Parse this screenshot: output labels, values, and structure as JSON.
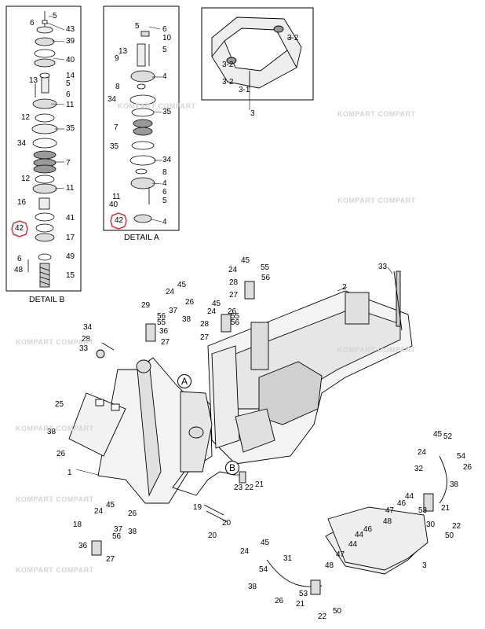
{
  "watermark": "KOMPART COMPART",
  "captions": {
    "detail_b": "DETAIL B",
    "detail_a": "DETAIL A"
  },
  "callouts": {
    "a": "A",
    "b": "B"
  },
  "highlight_color": "#d9343a",
  "labels": [
    "5",
    "6",
    "43",
    "39",
    "40",
    "14",
    "13",
    "5",
    "6",
    "11",
    "12",
    "35",
    "34",
    "7",
    "12",
    "11",
    "16",
    "41",
    "42",
    "17",
    "6",
    "49",
    "48",
    "15",
    "5",
    "6",
    "10",
    "13",
    "9",
    "5",
    "4",
    "8",
    "34",
    "35",
    "7",
    "35",
    "34",
    "8",
    "4",
    "6",
    "11",
    "40",
    "5",
    "42",
    "4",
    "3-2",
    "3-2",
    "3-2",
    "3-1",
    "3",
    "33",
    "2",
    "45",
    "55",
    "24",
    "56",
    "28",
    "27",
    "45",
    "24",
    "26",
    "37",
    "38",
    "29",
    "56",
    "55",
    "36",
    "27",
    "45",
    "24",
    "26",
    "55",
    "56",
    "28",
    "27",
    "34",
    "28",
    "33",
    "25",
    "38",
    "26",
    "1",
    "23",
    "22",
    "21",
    "19",
    "20",
    "20",
    "18",
    "45",
    "24",
    "37",
    "26",
    "56",
    "38",
    "36",
    "27",
    "45",
    "52",
    "24",
    "54",
    "32",
    "26",
    "38",
    "53",
    "21",
    "22",
    "50",
    "44",
    "46",
    "47",
    "48",
    "44",
    "46",
    "47",
    "48",
    "30",
    "45",
    "24",
    "31",
    "54",
    "38",
    "26",
    "53",
    "21",
    "22",
    "50",
    "44",
    "3"
  ]
}
